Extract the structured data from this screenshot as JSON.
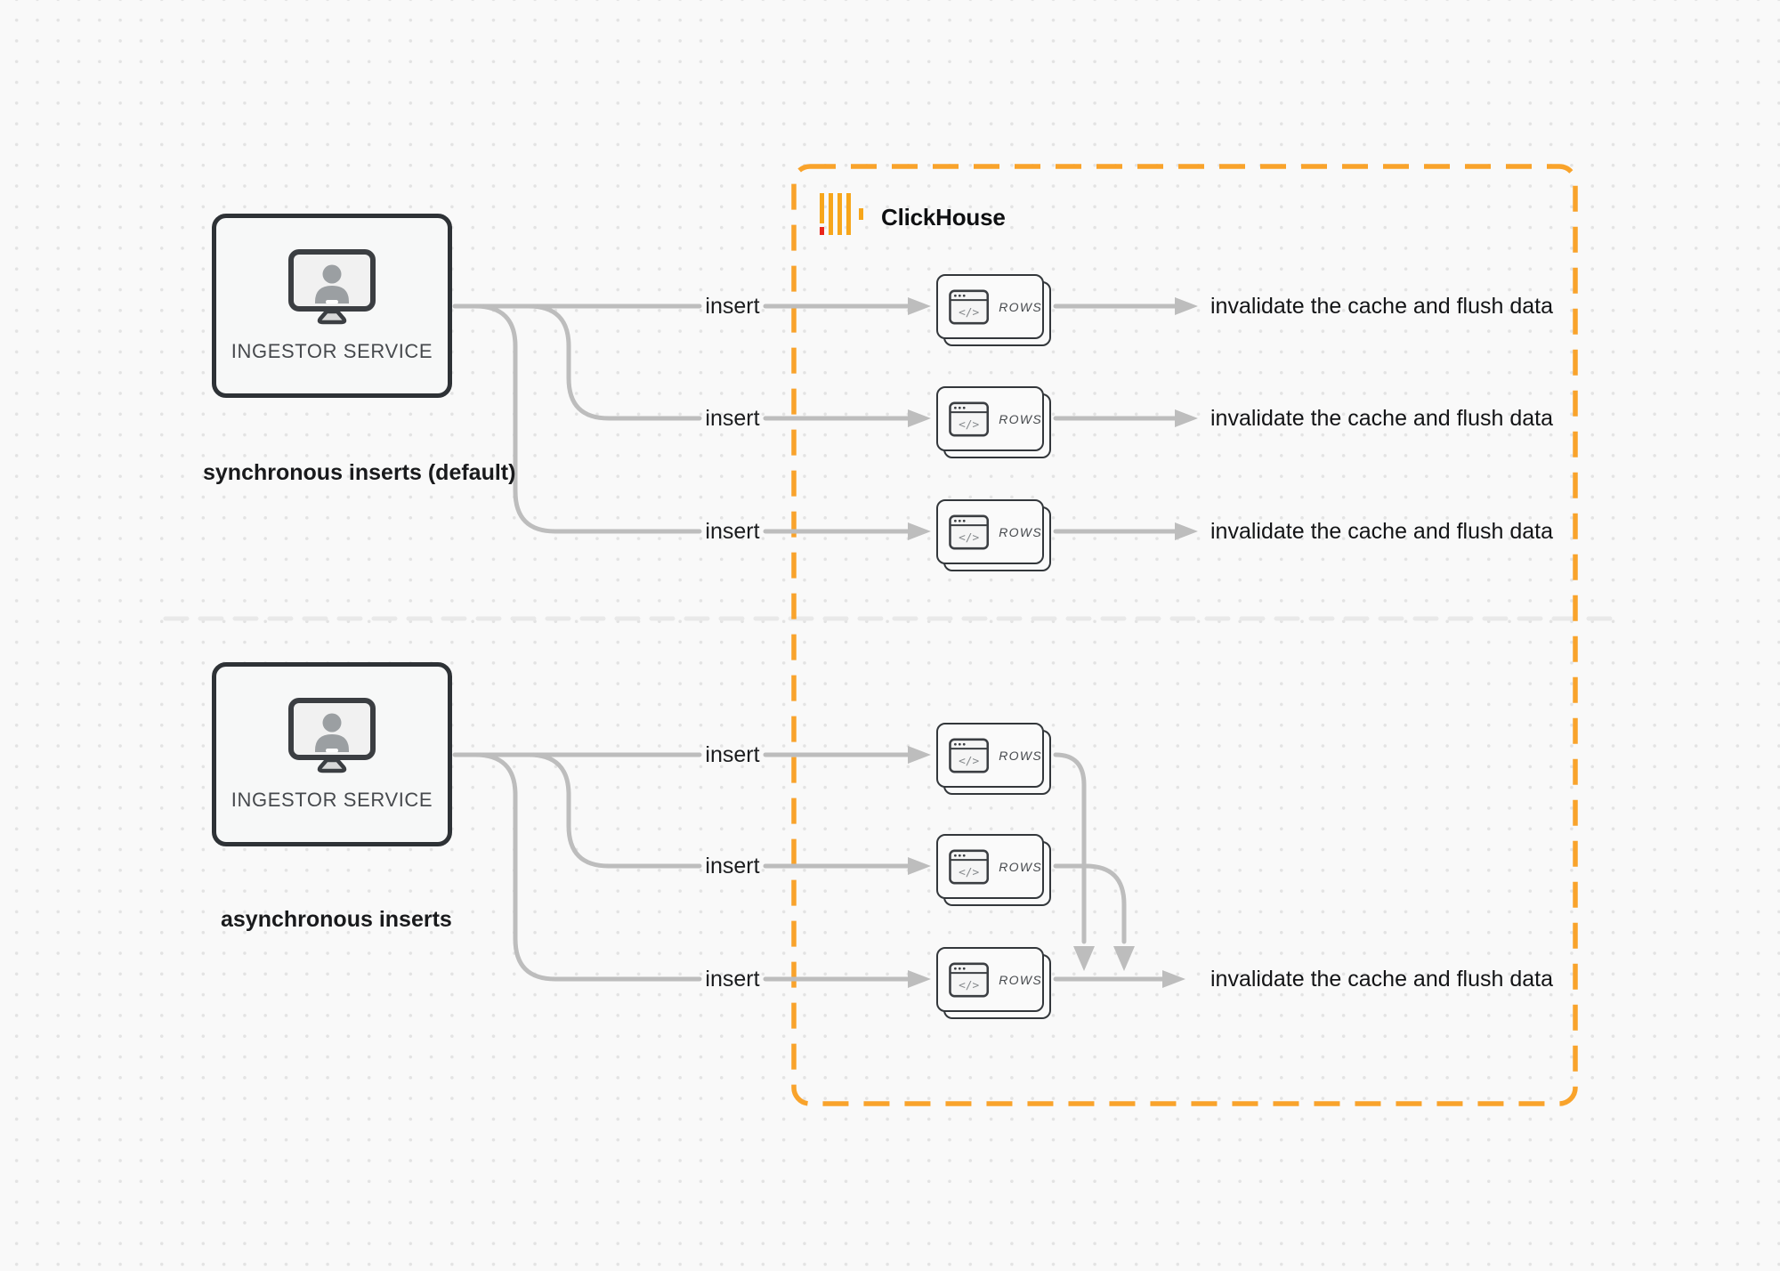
{
  "diagram": {
    "background_color": "#f9f9f9",
    "grid_dot_color": "#e3e3e3"
  },
  "clickhouse": {
    "label": "ClickHouse",
    "logo_icon": "clickhouse-logo-icon",
    "border_color": "#F9A32B",
    "logo_bar_color": "#F7A61B",
    "logo_accent_color": "#E9251B"
  },
  "nodes": {
    "ingestor_sync": {
      "label": "INGESTOR SERVICE",
      "icon": "monitor-user-icon"
    },
    "ingestor_async": {
      "label": "INGESTOR SERVICE",
      "icon": "monitor-user-icon"
    }
  },
  "sections": {
    "synchronous_title": "synchronous inserts (default)",
    "asynchronous_title": "asynchronous inserts"
  },
  "labels": {
    "insert": "insert",
    "rows": "ROWS",
    "invalidate": "invalidate the cache and flush data",
    "code_glyph": "</>"
  },
  "colors": {
    "connector": "#bdbdbd",
    "divider": "#e9e9e9",
    "node_border": "#2e3236",
    "card_border": "#33373b"
  }
}
